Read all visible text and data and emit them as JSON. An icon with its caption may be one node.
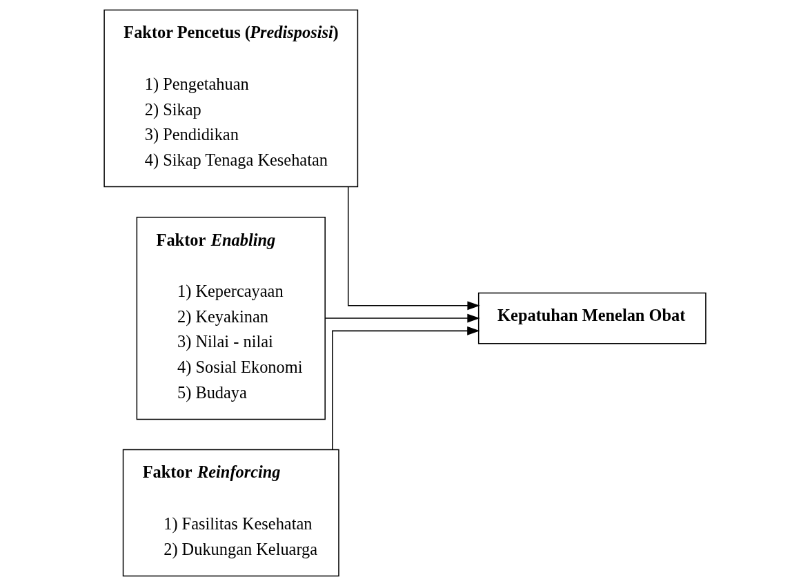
{
  "diagram": {
    "nodes": [
      {
        "text": [
          "Faktor Pencetus (*Predisposisi*)",
          "1) Pengetahuan",
          "2) Sikap",
          "3) Pendidikan",
          "4) Sikap Tenaga Kesehatan"
        ]
      },
      {
        "text": [
          "Faktor *Enabling*",
          "1) Kepercayaan",
          "2) Keyakinan",
          "3) Nilai - nilai",
          "4) Sosial Ekonomi",
          "5) Budaya"
        ]
      },
      {
        "text": [
          "Faktor *Reinforcing*",
          "1) Fasilitas Kesehatan",
          "2) Dukungan Keluarga"
        ]
      },
      {
        "text": [
          "Kepatuhan Menelan Obat"
        ]
      }
    ],
    "edges": [
      {
        "from": 0,
        "to": 3,
        "arrow": "to"
      },
      {
        "from": 1,
        "to": 3,
        "arrow": "to"
      },
      {
        "from": 2,
        "to": 3,
        "arrow": "to"
      }
    ]
  }
}
